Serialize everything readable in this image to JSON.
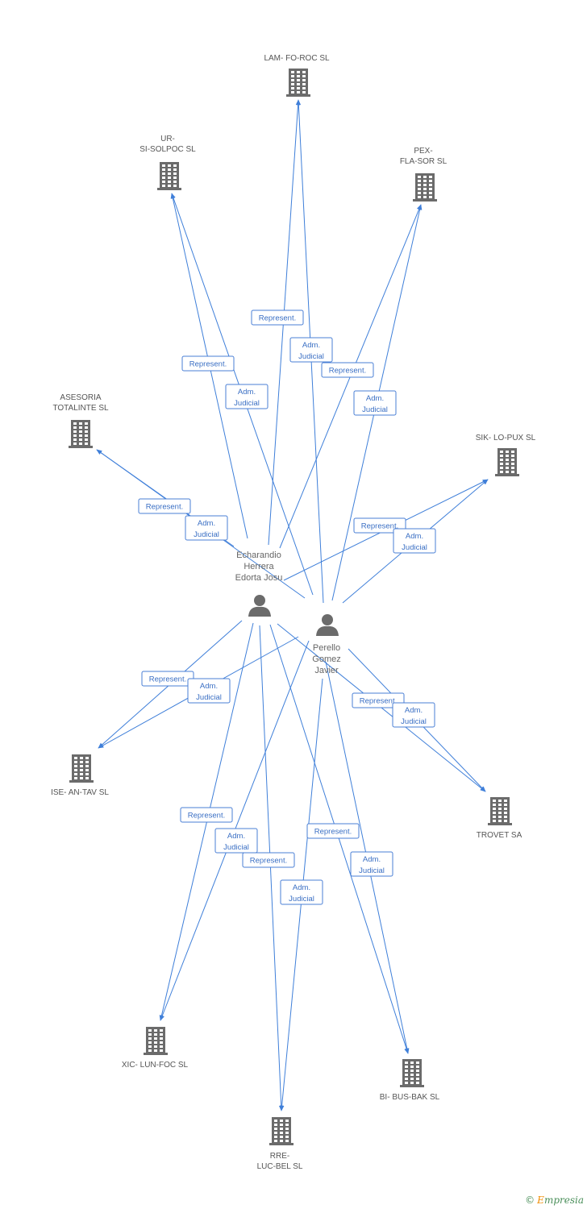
{
  "companies": [
    {
      "id": "lam",
      "label": [
        "LAM- FO-ROC SL"
      ]
    },
    {
      "id": "ur",
      "label": [
        "UR-",
        "SI-SOLPOC SL"
      ]
    },
    {
      "id": "pex",
      "label": [
        "PEX-",
        "FLA-SOR SL"
      ]
    },
    {
      "id": "asesoria",
      "label": [
        "ASESORIA",
        "TOTALINTE SL"
      ]
    },
    {
      "id": "sik",
      "label": [
        "SIK- LO-PUX SL"
      ]
    },
    {
      "id": "ise",
      "label": [
        "ISE- AN-TAV SL"
      ]
    },
    {
      "id": "trovet",
      "label": [
        "TROVET SA"
      ]
    },
    {
      "id": "xic",
      "label": [
        "XIC- LUN-FOC SL"
      ]
    },
    {
      "id": "bi",
      "label": [
        "BI- BUS-BAK SL"
      ]
    },
    {
      "id": "rre",
      "label": [
        "RRE-",
        "LUC-BEL SL"
      ]
    }
  ],
  "persons": [
    {
      "id": "echarandio",
      "label": [
        "Echarandio",
        "Herrera",
        "Edorta Josu"
      ]
    },
    {
      "id": "perello",
      "label": [
        "Perello",
        "Gomez",
        "Javier"
      ]
    }
  ],
  "edges": [
    {
      "from": "echarandio",
      "to": "lam",
      "label": [
        "Represent."
      ]
    },
    {
      "from": "perello",
      "to": "lam",
      "label": [
        "Adm.",
        "Judicial"
      ]
    },
    {
      "from": "echarandio",
      "to": "ur",
      "label": [
        "Represent."
      ]
    },
    {
      "from": "perello",
      "to": "ur",
      "label": [
        "Adm.",
        "Judicial"
      ]
    },
    {
      "from": "echarandio",
      "to": "pex",
      "label": [
        "Represent."
      ]
    },
    {
      "from": "perello",
      "to": "pex",
      "label": [
        "Adm.",
        "Judicial"
      ]
    },
    {
      "from": "echarandio",
      "to": "asesoria",
      "label": [
        "Represent."
      ]
    },
    {
      "from": "perello",
      "to": "asesoria",
      "label": [
        "Adm.",
        "Judicial"
      ]
    },
    {
      "from": "echarandio",
      "to": "sik",
      "label": [
        "Represent."
      ]
    },
    {
      "from": "perello",
      "to": "sik",
      "label": [
        "Adm.",
        "Judicial"
      ]
    },
    {
      "from": "echarandio",
      "to": "ise",
      "label": [
        "Represent."
      ]
    },
    {
      "from": "perello",
      "to": "ise",
      "label": [
        "Adm.",
        "Judicial"
      ]
    },
    {
      "from": "echarandio",
      "to": "trovet",
      "label": [
        "Represent."
      ]
    },
    {
      "from": "perello",
      "to": "trovet",
      "label": [
        "Adm.",
        "Judicial"
      ]
    },
    {
      "from": "echarandio",
      "to": "xic",
      "label": [
        "Represent."
      ]
    },
    {
      "from": "perello",
      "to": "xic",
      "label": [
        "Adm.",
        "Judicial"
      ]
    },
    {
      "from": "echarandio",
      "to": "rre",
      "label": [
        "Represent."
      ]
    },
    {
      "from": "perello",
      "to": "rre",
      "label": [
        "Adm.",
        "Judicial"
      ]
    },
    {
      "from": "perello",
      "to": "bi",
      "label": [
        "Represent."
      ]
    },
    {
      "from": "echarandio",
      "to": "bi",
      "label": [
        "Adm.",
        "Judicial"
      ]
    }
  ],
  "colors": {
    "edge": "#3f7fd9",
    "icon": "#6b6b6b",
    "brand_green": "#4a8f5a",
    "brand_orange": "#f08c00"
  },
  "icons": {
    "company": "building-icon",
    "person": "person-icon"
  },
  "footer": {
    "copyright_symbol": "©",
    "brand_initial": "E",
    "brand_rest": "mpresia"
  }
}
